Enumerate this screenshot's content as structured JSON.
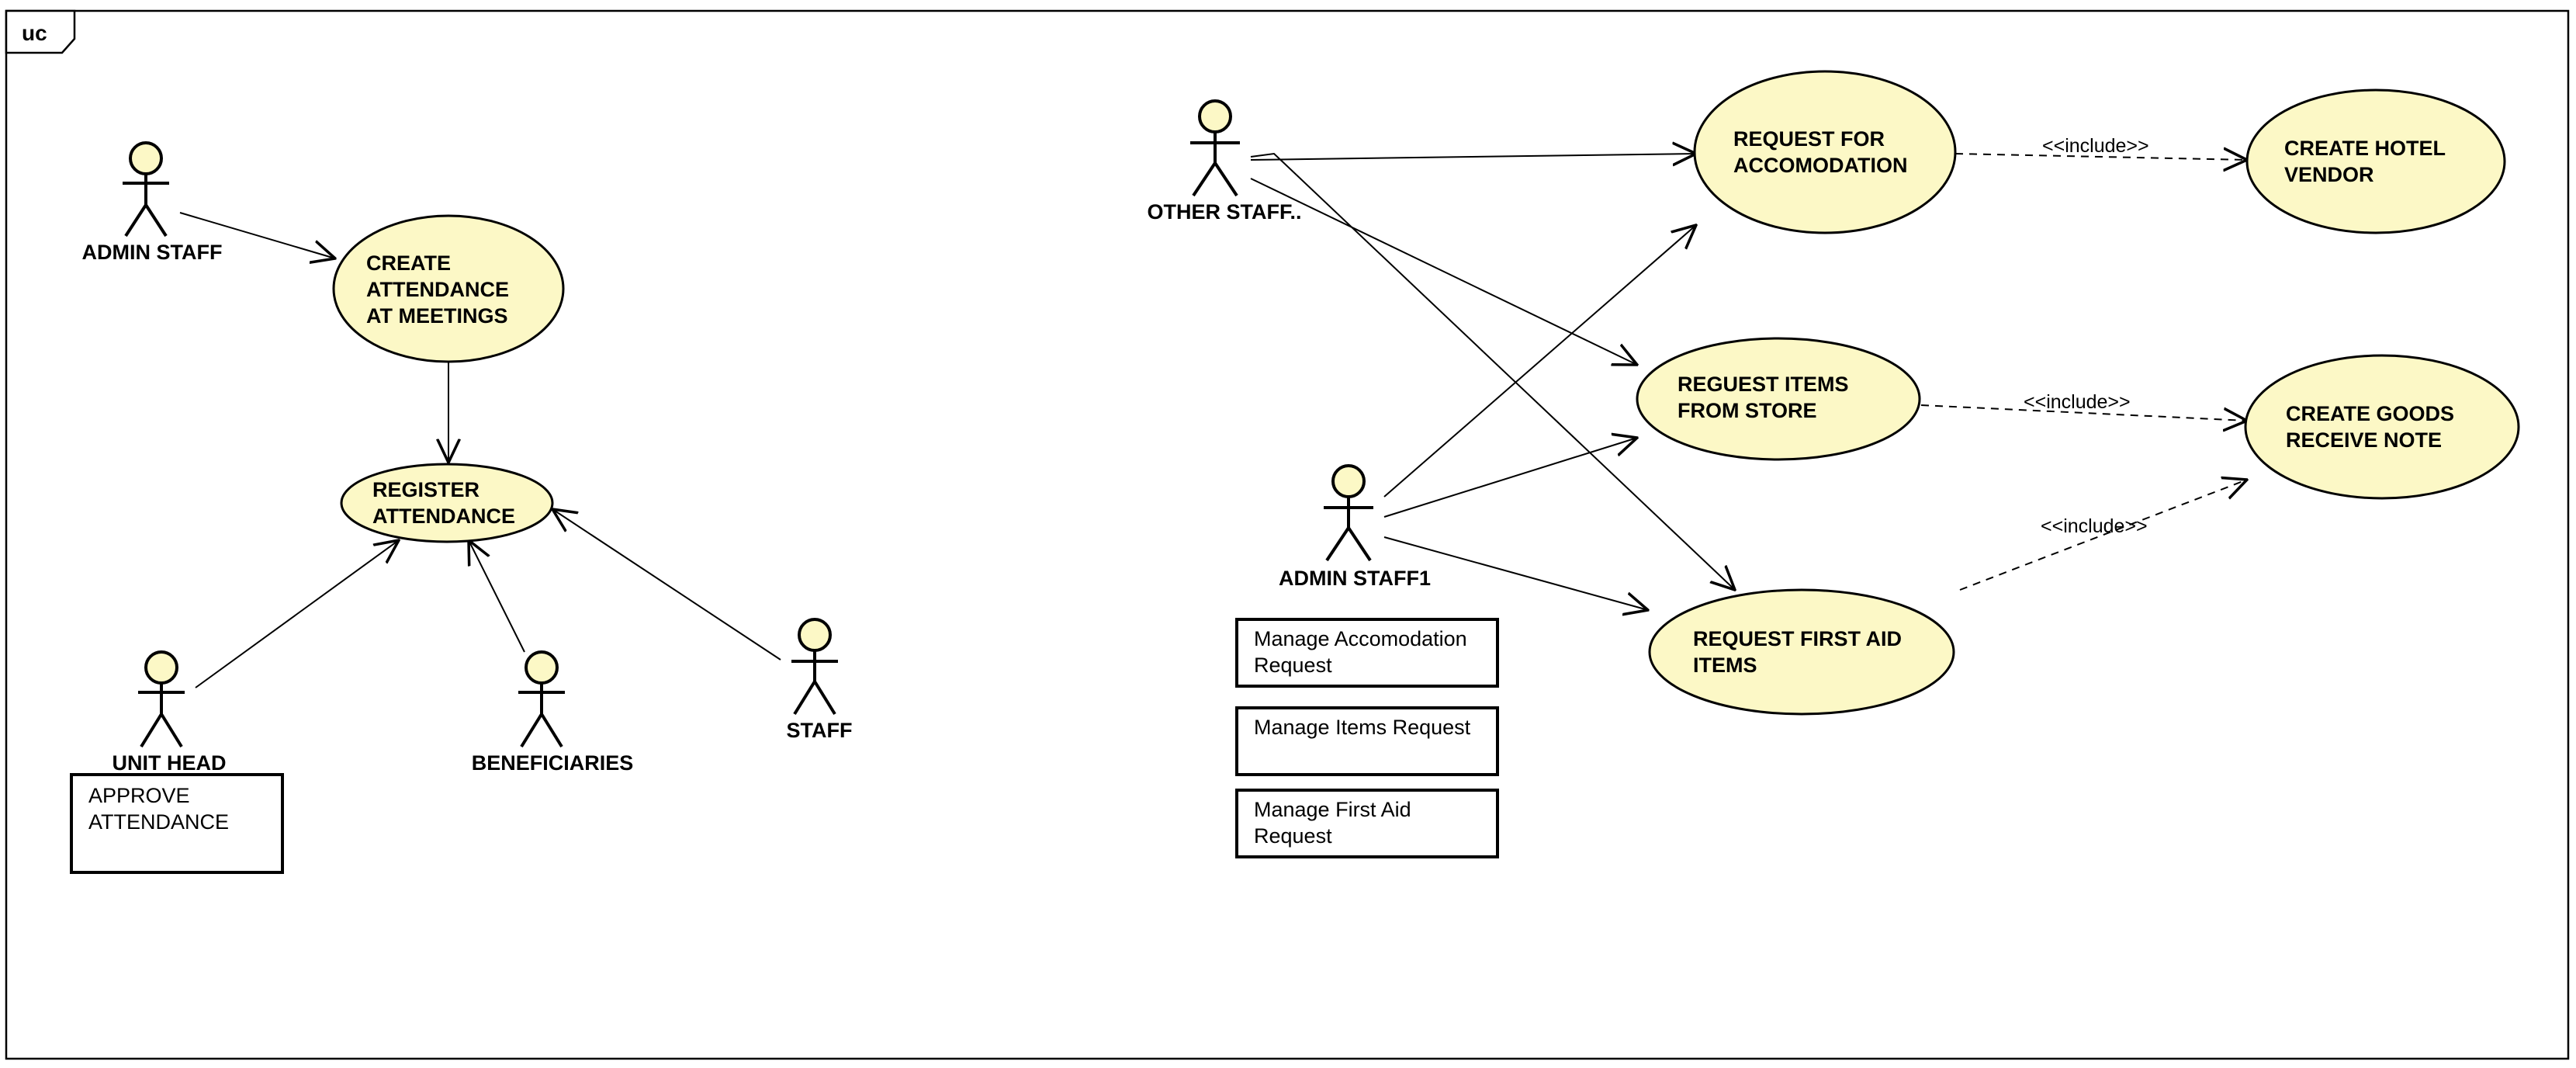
{
  "frame": {
    "label": "uc"
  },
  "actors": {
    "admin_staff": "ADMIN STAFF",
    "unit_head": "UNIT HEAD",
    "beneficiaries": "BENEFICIARIES",
    "staff": "STAFF",
    "other_staff": "OTHER STAFF..",
    "admin_staff1": "ADMIN STAFF1"
  },
  "use_cases": {
    "create_attendance": [
      "CREATE",
      "ATTENDANCE",
      "AT MEETINGS"
    ],
    "register_attendance": [
      "REGISTER",
      "ATTENDANCE"
    ],
    "request_accomodation": [
      "REQUEST FOR",
      "ACCOMODATION"
    ],
    "create_hotel_vendor": [
      "CREATE HOTEL",
      "VENDOR"
    ],
    "request_items": [
      "REGUEST ITEMS",
      "FROM STORE"
    ],
    "create_goods_receive_note": [
      "CREATE GOODS",
      "RECEIVE NOTE"
    ],
    "request_first_aid": [
      "REQUEST FIRST AID",
      "ITEMS"
    ]
  },
  "notes": {
    "approve_attendance": [
      "APPROVE",
      "ATTENDANCE"
    ],
    "manage_accomodation": [
      "Manage Accomodation",
      "Request"
    ],
    "manage_items": [
      "Manage Items Request"
    ],
    "manage_first_aid": [
      "Manage First Aid",
      "Request"
    ]
  },
  "relations": {
    "include_label": "<<include>>"
  },
  "colors": {
    "use_case_fill": "#fcf8c6",
    "actor_head_fill": "#fcf8c6",
    "line": "#000000"
  }
}
